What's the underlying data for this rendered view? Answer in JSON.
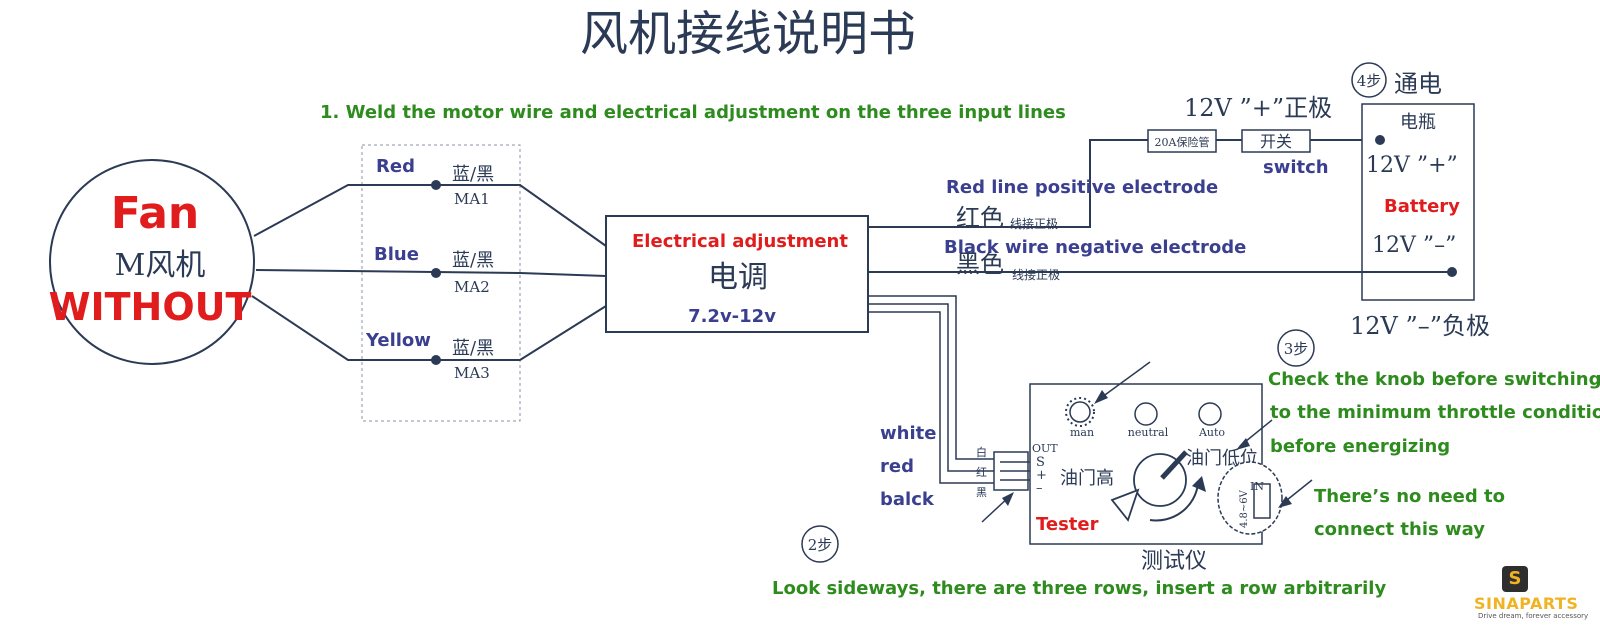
{
  "title": "风机接线说明书",
  "step1_text": "1. Weld the motor wire and electrical adjustment on the three input lines",
  "fan": {
    "label_en": "Fan",
    "label_cn": "M风机",
    "label_without": "WITHOUT"
  },
  "motor_wires": [
    {
      "color_name": "Red",
      "cn": "蓝/黑",
      "code": "MA1"
    },
    {
      "color_name": "Blue",
      "cn": "蓝/黑",
      "code": "MA2"
    },
    {
      "color_name": "Yellow",
      "cn": "蓝/黑",
      "code": "MA3"
    }
  ],
  "esc": {
    "label_en": "Electrical adjustment",
    "label_cn": "电调",
    "voltage": "7.2v-12v"
  },
  "positive_line": {
    "en": "Red line positive electrode",
    "cn_big": "红色",
    "cn_small": "线接正极"
  },
  "negative_line": {
    "en": "Black wire negative electrode",
    "cn_big": "黑色",
    "cn_small": "线接正极"
  },
  "fuse_label": "20A保险管",
  "switch": {
    "cn": "开关",
    "en": "switch"
  },
  "top_voltage": "12V  ”+”正极",
  "battery": {
    "cn": "电瓶",
    "plus": "12V  ”+”",
    "en": "Battery",
    "minus": "12V  ”–”"
  },
  "bottom_voltage": "12V  ”–”负极",
  "step4": {
    "badge": "4步",
    "text": "通电"
  },
  "step3": {
    "badge": "3步",
    "lines": [
      "Check the knob before switching on",
      "to the minimum throttle condition",
      "before energizing"
    ]
  },
  "step2": {
    "badge": "2步",
    "text": "Look sideways, there are three rows, insert a row arbitrarily"
  },
  "no_need": [
    "There’s no need to",
    "connect this way"
  ],
  "signal_wires": {
    "en": [
      "white",
      "red",
      "balck"
    ],
    "cn": [
      "白",
      "红",
      "黑"
    ]
  },
  "tester": {
    "cn": "测试仪",
    "en": "Tester",
    "out": "OUT",
    "pins": [
      "S",
      "+",
      "–"
    ],
    "modes": [
      "man",
      "neutral",
      "Auto"
    ],
    "high": "油门高",
    "low": "油门低位",
    "in_label": "IN",
    "in_voltage": "4.8~6V"
  },
  "brand": {
    "name": "SINAPARTS",
    "tagline": "Drive dream, forever accessory",
    "logo": "S"
  },
  "colors": {
    "green": "#2e8b1e",
    "red": "#e01c1c",
    "blue": "#3a3f8f",
    "line": "#2b3a55",
    "brand": "#f0b323"
  }
}
